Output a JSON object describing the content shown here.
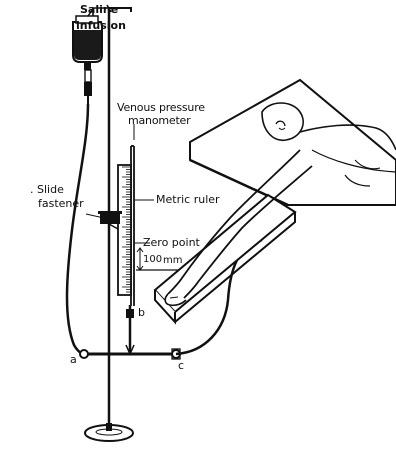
{
  "diagram": {
    "labels": {
      "saline_infusion_line1": "Saline",
      "saline_infusion_line2": "infusion",
      "venous_pressure_line1": "Venous pressure",
      "venous_pressure_line2": "manometer",
      "slide_fastener_line1": ". Slide",
      "slide_fastener_line2": "fastener",
      "metric_ruler": "Metric ruler",
      "zero_point": "Zero point",
      "hundred_mm_value": "100",
      "hundred_mm_unit": "mm",
      "point_a": "a",
      "point_b": "b",
      "point_c": "c"
    },
    "colors": {
      "ink": "#111111",
      "paper": "#ffffff"
    }
  }
}
